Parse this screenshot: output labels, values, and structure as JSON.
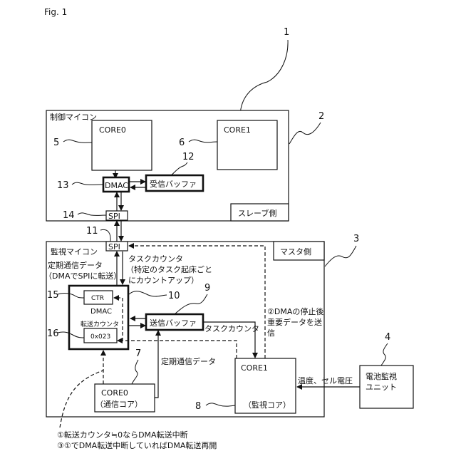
{
  "figure_label": "Fig. 1",
  "refs": {
    "system": "1",
    "control_mcu": "2",
    "monitor_mcu": "3",
    "battery_unit": "4",
    "ctrl_core0": "5",
    "ctrl_core1": "6",
    "mon_core0": "7",
    "mon_core1": "8",
    "tx_buffer": "9",
    "mon_dmac": "10",
    "mon_spi": "11",
    "rx_buffer": "12",
    "ctrl_dmac": "13",
    "ctrl_spi": "14",
    "ctr": "15",
    "transfer_counter": "16"
  },
  "control_mcu": {
    "title": "制御マイコン",
    "side_label": "スレーブ側",
    "core0": "CORE0",
    "core1": "CORE1",
    "dmac": "DMAC",
    "rx_buffer": "受信バッファ",
    "spi": "SPI"
  },
  "monitor_mcu": {
    "title": "監視マイコン",
    "side_label": "マスタ側",
    "spi": "SPI",
    "periodic_label_1": "定期通信データ",
    "periodic_label_2": "（DMAでSPIに転送）",
    "task_counter_1": "タスクカウンタ",
    "task_counter_2": "（特定のタスク起床ごと",
    "task_counter_3": "にカウントアップ）",
    "ctr": "CTR",
    "dmac": "DMAC",
    "transfer_counter_label": "転送カウンタ",
    "transfer_counter_value": "0x023",
    "tx_buffer": "送信バッファ",
    "task_counter_arrow": "タスクカウンタ",
    "periodic_data_arrow": "定期通信データ",
    "dma_stop_1": "②DMAの停止後",
    "dma_stop_2": "重要データを送",
    "dma_stop_3": "信",
    "core0_1": "CORE0",
    "core0_2": "（通信コア）",
    "core1_1": "CORE1",
    "core1_2": "（監視コア）"
  },
  "battery_unit": {
    "line1": "電池監視",
    "line2": "ユニット",
    "signal": "温度、セル電圧"
  },
  "notes": {
    "line1": "①転送カウンタ≒0ならDMA転送中断",
    "line2": "③①でDMA転送中断していればDMA転送再開"
  }
}
